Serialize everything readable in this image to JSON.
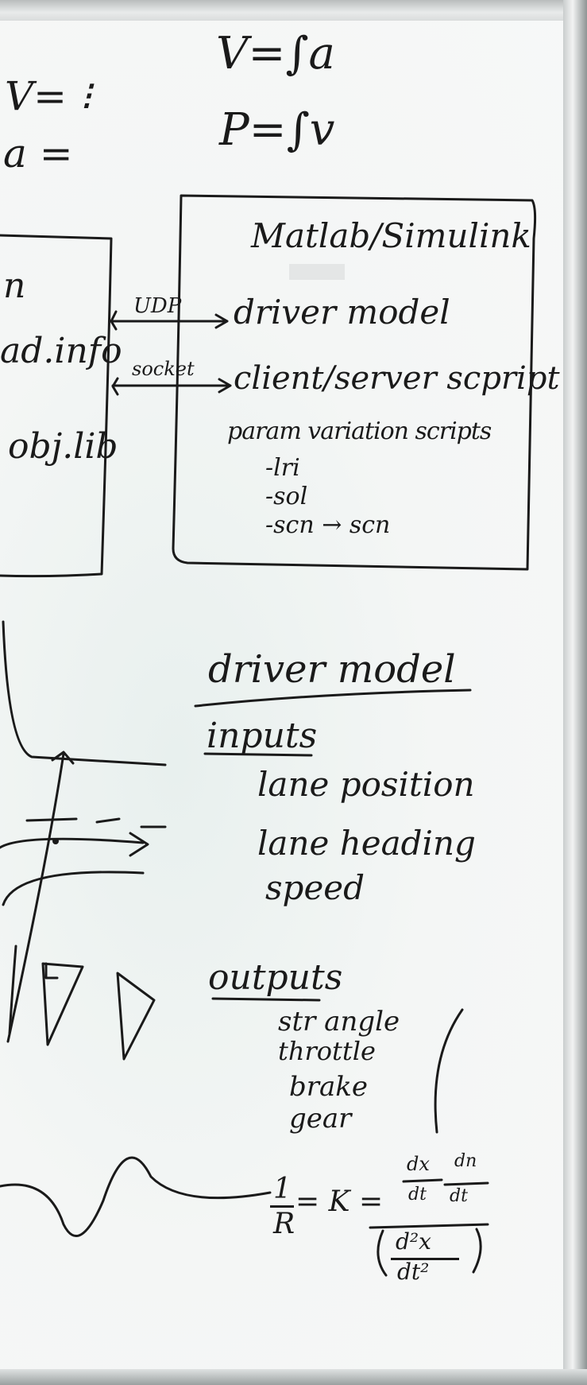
{
  "board": {
    "colors": {
      "ink": "#1a1a1a",
      "board": "#f6f7f7",
      "frame": "#c4c8c8"
    },
    "top_left": {
      "line1": "V= ⁝",
      "line2": "a ="
    },
    "top_right": {
      "line1": "V=∫a",
      "line2": "P=∫v"
    },
    "left_box": {
      "fragment1": "n",
      "fragment2": "ad.info",
      "fragment3": "obj.lib"
    },
    "connections": {
      "udp": "UDP",
      "socket": "socket"
    },
    "matlab_box": {
      "title": "Matlab/Simulink",
      "item1": "driver model",
      "item2": "client/server scpript",
      "item3": "param variation scripts",
      "sub1": "-lri",
      "sub2": "-sol",
      "sub3": "-scn → scn"
    },
    "driver_model": {
      "heading": "driver model",
      "inputs_label": "inputs",
      "inputs": [
        "lane position",
        "lane heading",
        "speed"
      ],
      "outputs_label": "outputs",
      "outputs": [
        "str angle",
        "throttle",
        "brake",
        "gear"
      ]
    },
    "formula": {
      "left": "1",
      "right": "R",
      "eq": "= K =",
      "n1": "dx",
      "d1": "dt",
      "n2": "dn",
      "d2": "dt",
      "n3": "d²x",
      "d3": "dt²"
    }
  }
}
